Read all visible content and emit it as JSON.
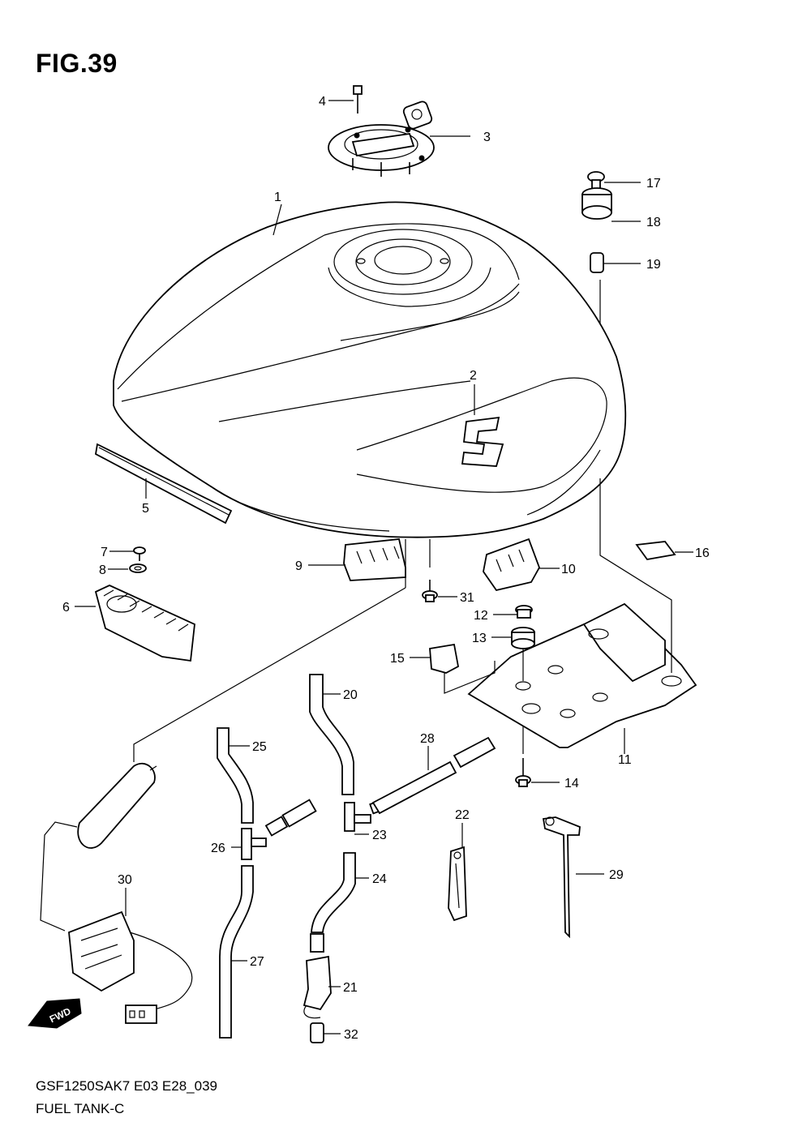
{
  "figure": {
    "title": "FIG.39",
    "model_code": "GSF1250SAK7 E03 E28_039",
    "section_name": "FUEL TANK-C",
    "fwd_label": "FWD"
  },
  "callouts": [
    "1",
    "2",
    "3",
    "4",
    "5",
    "6",
    "7",
    "8",
    "9",
    "10",
    "11",
    "12",
    "13",
    "14",
    "15",
    "16",
    "17",
    "18",
    "19",
    "20",
    "21",
    "22",
    "23",
    "24",
    "25",
    "26",
    "27",
    "28",
    "29",
    "30",
    "31",
    "32"
  ]
}
